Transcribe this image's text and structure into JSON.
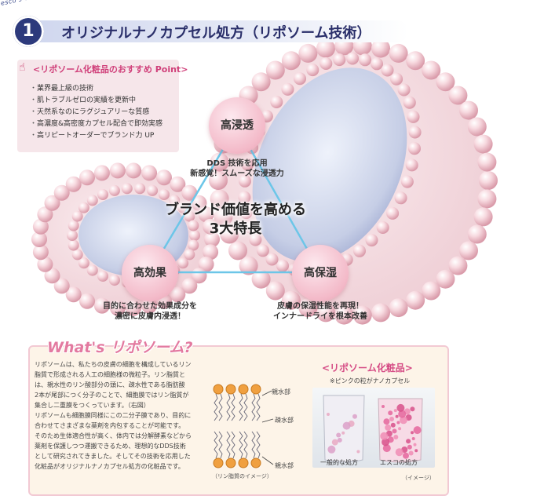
{
  "header": {
    "number": "1",
    "arc_text": "esco's technology",
    "title": "オリジナルナノカプセル処方（リポソーム技術）"
  },
  "point": {
    "title": "<リポソーム化粧品のおすすめ Point>",
    "items": [
      "業界最上級の技術",
      "肌トラブルゼロの実績を更新中",
      "天然系なのにラグジュアリーな質感",
      "高濃度&高密度カプセル配合で即効実感",
      "高リピートオーダーでブランド力 UP"
    ]
  },
  "center": {
    "line1": "ブランド価値を高める",
    "line2": "3大特長"
  },
  "features": {
    "top": {
      "label": "高浸透",
      "desc1": "DDS 技術を応用",
      "desc2": "新感覚！スムーズな浸透力"
    },
    "left": {
      "label": "高効果",
      "desc1": "目的に合わせた効果成分を",
      "desc2": "濃密に皮膚内浸透！"
    },
    "right": {
      "label": "高保湿",
      "desc1": "皮膚の保湿性能を再現！",
      "desc2": "インナードライを根本改善"
    }
  },
  "whats": {
    "title": "What's リポソーム?",
    "paragraph": [
      "リポソームは、私たちの皮膚の細胞を構成しているリン",
      "脂質で形成される人工の細胞様の微粒子。リン脂質と",
      "は、親水性のリン酸部分の頭に、疎水性である脂肪酸",
      "2本が尾部につく分子のことで、細胞膜ではリン脂質が",
      "集合し二重膜をつくっています。（右図）",
      "リポソームも細胞膜同様にこの二分子膜であり、目的に",
      "合わせてさまざまな薬剤を内包することが可能です。",
      "そのため生体適合性が高く、体内では分解酵素などから",
      "薬剤を保護しつつ運搬できるため、理想的なDDS技術",
      "として研究されてきました。そしてその技術を応用した",
      "化粧品がオリジナルナノカプセル処方の化粧品です。"
    ],
    "diagram": {
      "label_hydrophilic_top": "親水部",
      "label_hydrophobic": "疎水部",
      "label_hydrophilic_bottom": "親水部",
      "caption": "（リン脂質のイメージ）"
    },
    "cosmetic": {
      "title": "<リポソーム化粧品>",
      "note": "※ピンクの粒がナノカプセル",
      "label_left": "一般的な処方",
      "label_right": "エスコの処方",
      "image_note": "（イメージ）"
    }
  },
  "colors": {
    "navy": "#2d3a7c",
    "pink": "#d0407a",
    "pearl": "#f2c2ce"
  }
}
